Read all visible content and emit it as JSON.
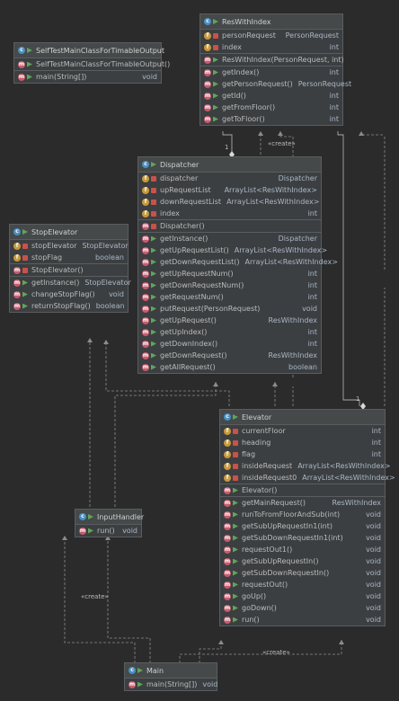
{
  "classes": [
    {
      "id": "self-test-main",
      "title": "SelfTestMainClassForTimableOutput",
      "fields": [],
      "ctors": [
        {
          "vis": "pub",
          "name": "SelfTestMainClassForTimableOutput()",
          "type": ""
        }
      ],
      "methods": [
        {
          "vis": "pub",
          "name": "main(String[])",
          "type": "void"
        }
      ]
    },
    {
      "id": "res-with-index",
      "title": "ResWithIndex",
      "fields": [
        {
          "vis": "priv",
          "name": "personRequest",
          "type": "PersonRequest"
        },
        {
          "vis": "priv",
          "name": "index",
          "type": "int"
        }
      ],
      "ctors": [
        {
          "vis": "pub",
          "name": "ResWithIndex(PersonRequest, int)",
          "type": ""
        }
      ],
      "methods": [
        {
          "vis": "pub",
          "name": "getIndex()",
          "type": "int"
        },
        {
          "vis": "pub",
          "name": "getPersonRequest()",
          "type": "PersonRequest"
        },
        {
          "vis": "pub",
          "name": "getId()",
          "type": "int"
        },
        {
          "vis": "pub",
          "name": "getFromFloor()",
          "type": "int"
        },
        {
          "vis": "pub",
          "name": "getToFloor()",
          "type": "int"
        }
      ]
    },
    {
      "id": "dispatcher",
      "title": "Dispatcher",
      "fields": [
        {
          "vis": "priv",
          "name": "dispatcher",
          "type": "Dispatcher"
        },
        {
          "vis": "priv",
          "name": "upRequestList",
          "type": "ArrayList<ResWithIndex>"
        },
        {
          "vis": "priv",
          "name": "downRequestList",
          "type": "ArrayList<ResWithIndex>"
        },
        {
          "vis": "priv",
          "name": "index",
          "type": "int"
        }
      ],
      "ctors": [
        {
          "vis": "priv",
          "name": "Dispatcher()",
          "type": ""
        }
      ],
      "methods": [
        {
          "vis": "pub",
          "name": "getInstance()",
          "type": "Dispatcher"
        },
        {
          "vis": "pub",
          "name": "getUpRequestList()",
          "type": "ArrayList<ResWithIndex>"
        },
        {
          "vis": "pub",
          "name": "getDownRequestList()",
          "type": "ArrayList<ResWithIndex>"
        },
        {
          "vis": "pub",
          "name": "getUpRequestNum()",
          "type": "int"
        },
        {
          "vis": "pub",
          "name": "getDownRequestNum()",
          "type": "int"
        },
        {
          "vis": "pub",
          "name": "getRequestNum()",
          "type": "int"
        },
        {
          "vis": "pub",
          "name": "putRequest(PersonRequest)",
          "type": "void"
        },
        {
          "vis": "pub",
          "name": "getUpRequest()",
          "type": "ResWithIndex"
        },
        {
          "vis": "pub",
          "name": "getUpIndex()",
          "type": "int"
        },
        {
          "vis": "pub",
          "name": "getDownIndex()",
          "type": "int"
        },
        {
          "vis": "pub",
          "name": "getDownRequest()",
          "type": "ResWithIndex"
        },
        {
          "vis": "pub",
          "name": "getAllRequest()",
          "type": "boolean"
        }
      ]
    },
    {
      "id": "stop-elevator",
      "title": "StopElevator",
      "fields": [
        {
          "vis": "priv",
          "name": "stopElevator",
          "type": "StopElevator"
        },
        {
          "vis": "priv",
          "name": "stopFlag",
          "type": "boolean"
        }
      ],
      "ctors": [
        {
          "vis": "priv",
          "name": "StopElevator()",
          "type": ""
        }
      ],
      "methods": [
        {
          "vis": "pub",
          "name": "getInstance()",
          "type": "StopElevator"
        },
        {
          "vis": "pub",
          "name": "changeStopFlag()",
          "type": "void"
        },
        {
          "vis": "pub",
          "name": "returnStopFlag()",
          "type": "boolean"
        }
      ]
    },
    {
      "id": "elevator",
      "title": "Elevator",
      "fields": [
        {
          "vis": "priv",
          "name": "currentFloor",
          "type": "int"
        },
        {
          "vis": "priv",
          "name": "heading",
          "type": "int"
        },
        {
          "vis": "priv",
          "name": "flag",
          "type": "int"
        },
        {
          "vis": "priv",
          "name": "insideRequest",
          "type": "ArrayList<ResWithIndex>"
        },
        {
          "vis": "priv",
          "name": "insideRequest0",
          "type": "ArrayList<ResWithIndex>"
        }
      ],
      "ctors": [
        {
          "vis": "pub",
          "name": "Elevator()",
          "type": ""
        }
      ],
      "methods": [
        {
          "vis": "pub",
          "name": "getMainRequest()",
          "type": "ResWithIndex"
        },
        {
          "vis": "pub",
          "name": "runToFromFloorAndSub(int)",
          "type": "void"
        },
        {
          "vis": "pub",
          "name": "getSubUpRequestIn1(int)",
          "type": "void"
        },
        {
          "vis": "pub",
          "name": "getSubDownRequestIn1(int)",
          "type": "void"
        },
        {
          "vis": "pub",
          "name": "requestOut1()",
          "type": "void"
        },
        {
          "vis": "pub",
          "name": "getSubUpRequestIn()",
          "type": "void"
        },
        {
          "vis": "pub",
          "name": "getSubDownRequestIn()",
          "type": "void"
        },
        {
          "vis": "pub",
          "name": "requestOut()",
          "type": "void"
        },
        {
          "vis": "pub",
          "name": "goUp()",
          "type": "void"
        },
        {
          "vis": "pub",
          "name": "goDown()",
          "type": "void"
        },
        {
          "vis": "pub",
          "name": "run()",
          "type": "void"
        }
      ]
    },
    {
      "id": "input-handler",
      "title": "InputHandler",
      "fields": [],
      "ctors": [],
      "methods": [
        {
          "vis": "pub",
          "name": "run()",
          "type": "void"
        }
      ]
    },
    {
      "id": "main",
      "title": "Main",
      "fields": [],
      "ctors": [],
      "methods": [
        {
          "vis": "pub",
          "name": "main(String[])",
          "type": "void"
        }
      ]
    }
  ],
  "edge_labels": {
    "create_dispatcher": "«create»",
    "create_inputhandler": "«create»",
    "create_elevator": "«create»",
    "mult_dispatcher": "1",
    "mult_elevator": "1"
  },
  "colors": {
    "edge": "#8c8c8c",
    "edge_solid": "#a8a8a8"
  }
}
